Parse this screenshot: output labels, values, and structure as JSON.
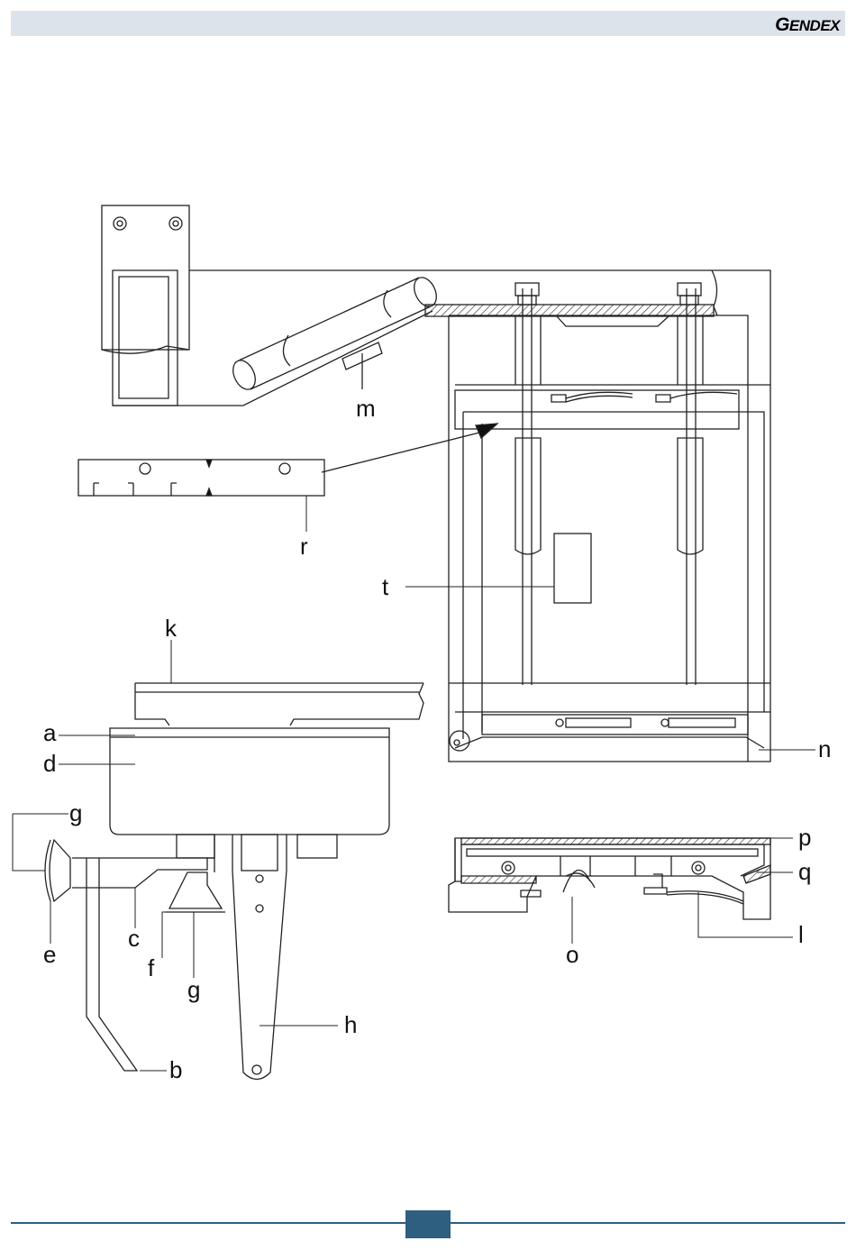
{
  "header": {
    "brand_first": "G",
    "brand_rest": "ENDEX"
  },
  "labels": {
    "a": "a",
    "b": "b",
    "c": "c",
    "d": "d",
    "e": "e",
    "f": "f",
    "g1": "g",
    "g2": "g",
    "h": "h",
    "k": "k",
    "l": "l",
    "m": "m",
    "n": "n",
    "o": "o",
    "p": "p",
    "q": "q",
    "r": "r",
    "t": "t"
  },
  "colors": {
    "header_bg": "#dde3ea",
    "footer_accent": "#2e5f80",
    "line": "#222222"
  }
}
